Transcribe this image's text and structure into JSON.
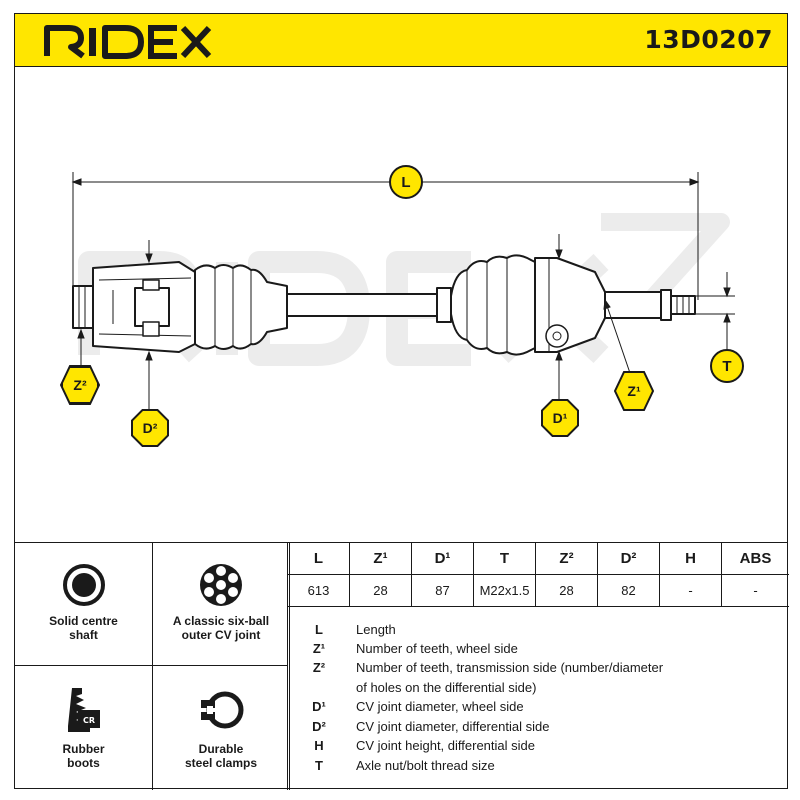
{
  "header": {
    "brand": "RIDEX",
    "part_code": "13D0207"
  },
  "drawing": {
    "watermark": "RIDEX",
    "labels": {
      "L": "L",
      "T": "T",
      "Z1": "Z¹",
      "Z2": "Z²",
      "D1": "D¹",
      "D2": "D²"
    }
  },
  "features": [
    {
      "icon": "solid-shaft-icon",
      "line1": "Solid centre",
      "line2": "shaft"
    },
    {
      "icon": "six-ball-cv-joint-icon",
      "line1": "A classic six-ball",
      "line2": "outer CV joint"
    },
    {
      "icon": "rubber-boot-icon",
      "badge": "CR",
      "line1": "Rubber",
      "line2": "boots"
    },
    {
      "icon": "steel-clamp-icon",
      "line1": "Durable",
      "line2": "steel clamps"
    }
  ],
  "spec_table": {
    "headers": [
      "L",
      "Z¹",
      "D¹",
      "T",
      "Z²",
      "D²",
      "H",
      "ABS"
    ],
    "values": [
      "613",
      "28",
      "87",
      "M22x1.5",
      "28",
      "82",
      "-",
      "-"
    ]
  },
  "legend": [
    {
      "symbol": "L",
      "text": "Length"
    },
    {
      "symbol": "Z¹",
      "text": "Number of teeth, wheel side"
    },
    {
      "symbol": "Z²",
      "text": "Number of teeth, transmission side (number/diameter"
    },
    {
      "symbol": "",
      "text": "of holes on the differential side)"
    },
    {
      "symbol": "D¹",
      "text": "CV joint diameter, wheel side"
    },
    {
      "symbol": "D²",
      "text": "CV joint diameter, differential side"
    },
    {
      "symbol": "H",
      "text": "CV joint height, differential side"
    },
    {
      "symbol": "T",
      "text": "Axle nut/bolt thread size"
    }
  ],
  "colors": {
    "accent": "#FFE600",
    "ink": "#1a1a1a",
    "watermark": "#ececec"
  }
}
